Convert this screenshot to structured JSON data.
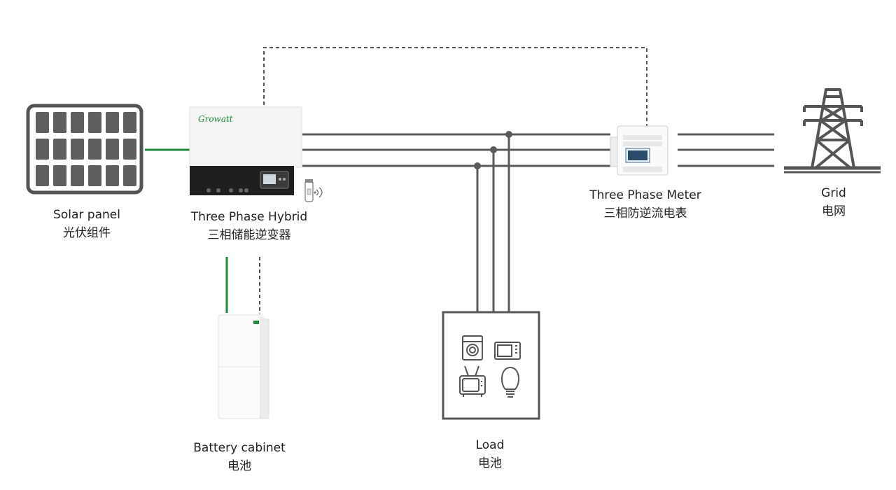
{
  "brand": "Growatt",
  "colors": {
    "line": "#5a5a5a",
    "pv_dc": "#1e8a3c",
    "comm": "#555555",
    "panel_cell": "#5f5f5f",
    "inverter_body": "#f4f4f4",
    "inverter_bottom": "#1f1f1f",
    "brand_green": "#1e8a3c"
  },
  "components": {
    "solar": {
      "label_en": "Solar panel",
      "label_zh": "光伏组件"
    },
    "inverter": {
      "label_en": "Three Phase Hybrid",
      "label_zh": "三相储能逆变器"
    },
    "meter": {
      "label_en": "Three Phase Meter",
      "label_zh": "三相防逆流电表"
    },
    "grid": {
      "label_en": "Grid",
      "label_zh": "电网"
    },
    "battery": {
      "label_en": "Battery cabinet",
      "label_zh": "电池"
    },
    "load": {
      "label_en": "Load",
      "label_zh": "电池"
    }
  },
  "icons": {
    "solar": "solar-panel-icon",
    "inverter": "hybrid-inverter-icon",
    "dongle": "wifi-dongle-icon",
    "meter": "din-rail-meter-icon",
    "grid": "transmission-tower-icon",
    "battery": "battery-cabinet-icon",
    "load_items": [
      "washing-machine-icon",
      "microwave-icon",
      "tv-icon",
      "light-bulb-icon"
    ]
  }
}
